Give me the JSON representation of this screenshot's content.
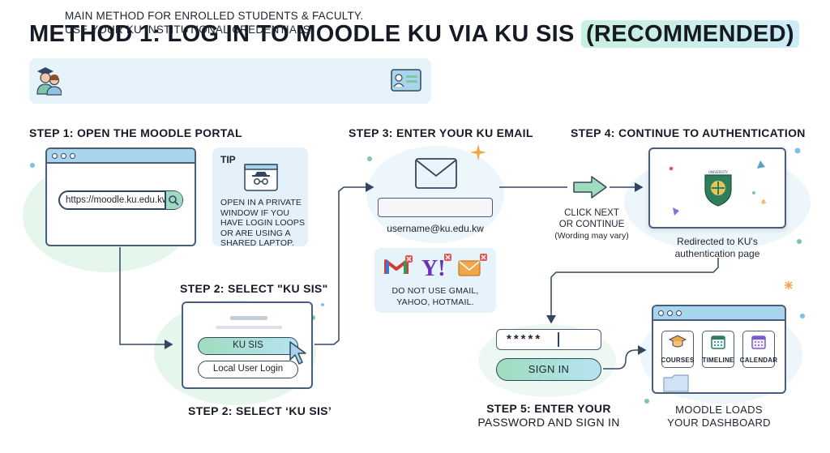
{
  "title": {
    "main": "METHOD 1: LOG IN TO MOODLE KU VIA KU SIS",
    "highlight": "(RECOMMENDED)"
  },
  "intro": {
    "line1": "MAIN METHOD FOR ENROLLED STUDENTS & FACULTY.",
    "line2": "USE YOUR KU INSTITUTIONAL CREDENTIALS."
  },
  "step1": {
    "label": "STEP 1: OPEN THE MOODLE PORTAL",
    "url": "https://moodle.ku.edu.kw",
    "tip_title": "TIP",
    "tip_text": "OPEN IN A PRIVATE WINDOW IF YOU HAVE LOGIN LOOPS OR ARE USING A SHARED LAPTOP."
  },
  "step2": {
    "label_top": "STEP 2: SELECT \"KU SIS\"",
    "label_bottom": "STEP 2: SELECT ‘KU SIS’",
    "ku_sis_button": "KU SIS",
    "local_login_button": "Local User Login"
  },
  "step3": {
    "label": "STEP 3: ENTER YOUR KU EMAIL",
    "email": "username@ku.edu.kw",
    "warning": "DO NOT USE GMAIL, YAHOO, HOTMAIL."
  },
  "step4": {
    "label": "STEP 4: CONTINUE TO AUTHENTICATION",
    "click_next_1": "CLICK NEXT",
    "click_next_2": "OR CONTINUE",
    "wording_note": "(Wording may vary)",
    "redirect_1": "Redirected to KU's",
    "redirect_2": "authentication page"
  },
  "step5": {
    "label_1": "STEP 5: ENTER YOUR",
    "label_2": "PASSWORD AND SIGN IN",
    "password_mask": "*****",
    "sign_in": "SIGN IN"
  },
  "dashboard": {
    "caption_1": "MOODLE LOADS",
    "caption_2": "YOUR DASHBOARD",
    "tiles": [
      "COURSES",
      "TIMELINE",
      "CALENDAR"
    ]
  },
  "icons": [
    "students-icon",
    "id-card-icon",
    "search-icon",
    "incognito-icon",
    "cursor-icon",
    "envelope-icon",
    "gmail-icon",
    "yahoo-icon",
    "hotmail-icon",
    "arrow-right-icon",
    "ku-logo-icon",
    "graduation-cap-icon",
    "calendar-icon",
    "folder-icon"
  ],
  "colors": {
    "accent_green": "#9fdcbd",
    "accent_blue": "#a8d4ec",
    "outline": "#33465f",
    "panel": "#e6f3fa"
  }
}
